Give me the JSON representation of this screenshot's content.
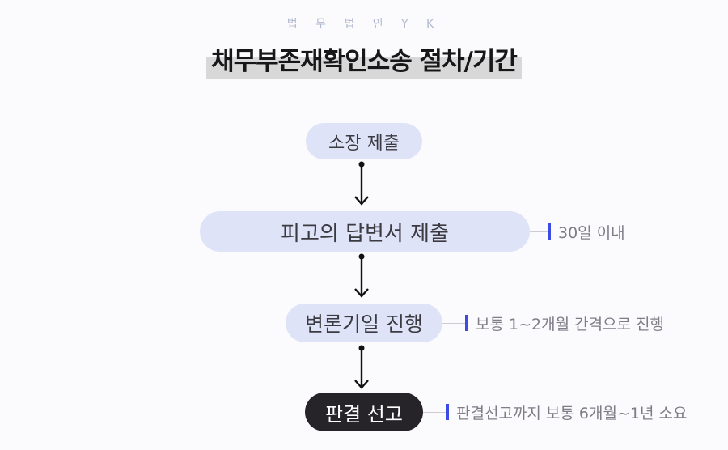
{
  "header": {
    "brand": "법 무 법 인  Y K",
    "title": "채무부존재확인소송 절차/기간"
  },
  "flow": {
    "steps": [
      {
        "label": "소장 제출",
        "annotation": "",
        "style": "light"
      },
      {
        "label": "피고의 답변서 제출",
        "annotation": "30일 이내",
        "style": "light"
      },
      {
        "label": "변론기일 진행",
        "annotation": "보통 1~2개월 간격으로 진행",
        "style": "light"
      },
      {
        "label": "판결 선고",
        "annotation": "판결선고까지 보통 6개월~1년 소요",
        "style": "dark"
      }
    ]
  },
  "colors": {
    "background": "#fbfbfd",
    "pill_light": "#dee3f8",
    "pill_dark": "#262329",
    "accent_blue": "#3c4be0",
    "title_highlight": "#d8d8d8",
    "annotation_text": "#7f7c86",
    "brand_text": "#b2b9ce",
    "arrow": "#111111"
  }
}
